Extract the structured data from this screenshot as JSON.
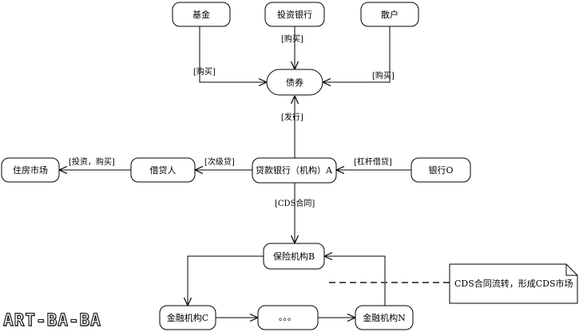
{
  "nodes": {
    "fund": "基金",
    "investment_bank": "投资银行",
    "retail": "散户",
    "bond": "债券",
    "housing_market": "住房市场",
    "borrower": "借贷人",
    "lending_bank": "贷款银行（机构）A",
    "bank_o": "银行O",
    "insurer_b": "保险机构B",
    "institution_c": "金融机构C",
    "ellipsis": "。。。",
    "institution_n": "金融机构N"
  },
  "edges": {
    "fund_buy": "[购买]",
    "ib_buy": "[购买]",
    "retail_buy": "[购买]",
    "issue": "[发行]",
    "invest_buy": "[投资，购买]",
    "subprime": "[次级贷]",
    "leverage_loan": "[杠杆借贷]",
    "cds_contract": "[CDS合同]"
  },
  "note": {
    "text": "CDS合同流转，形成CDS市场"
  },
  "watermark": "ART-BA-BA"
}
